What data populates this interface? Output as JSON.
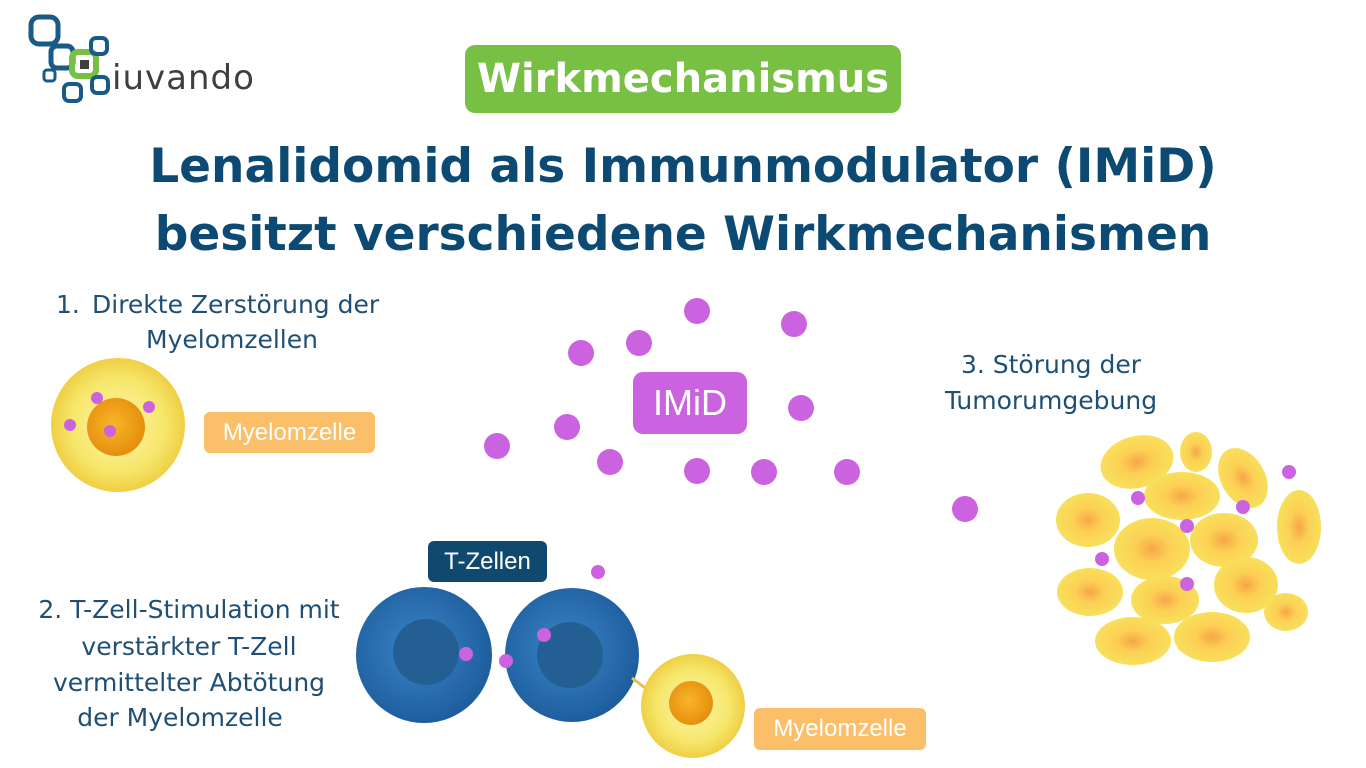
{
  "brand": {
    "name": "iuvando"
  },
  "badge": "Wirkmechanismus",
  "headline": {
    "line1": "Lenalidomid als Immunmodulator (IMiD)",
    "line2": "besitzt verschiedene Wirkmechanismen"
  },
  "mechanisms": [
    {
      "number": "1.",
      "line1": "Direkte Zerstörung der",
      "line2": "Myelomzellen"
    },
    {
      "lines": [
        "2. T-Zell-Stimulation mit",
        "verstärkter T-Zell",
        "vermittelter Abtötung",
        "der Myelomzelle"
      ]
    },
    {
      "lines": [
        "3. Störung der",
        "Tumorumgebung"
      ]
    }
  ],
  "tags": {
    "myelom_top": "Myelomzelle",
    "myelom_bottom": "Myelomzelle",
    "imid": "IMiD",
    "tcells": "T-Zellen"
  },
  "colors": {
    "green": "#78c043",
    "navy": "#0c4a73",
    "purple": "#cb63e0",
    "orange_tag": "#fcbf69",
    "tcell_blue": "#2f73b5",
    "myeloma_yellow": "#f7e56a",
    "nucleus_orange": "#f3a316"
  },
  "icons": [
    "logo-mark-icon",
    "myeloma-cell-icon",
    "t-cell-icon",
    "imid-molecule-icon",
    "tumor-cluster-icon"
  ]
}
